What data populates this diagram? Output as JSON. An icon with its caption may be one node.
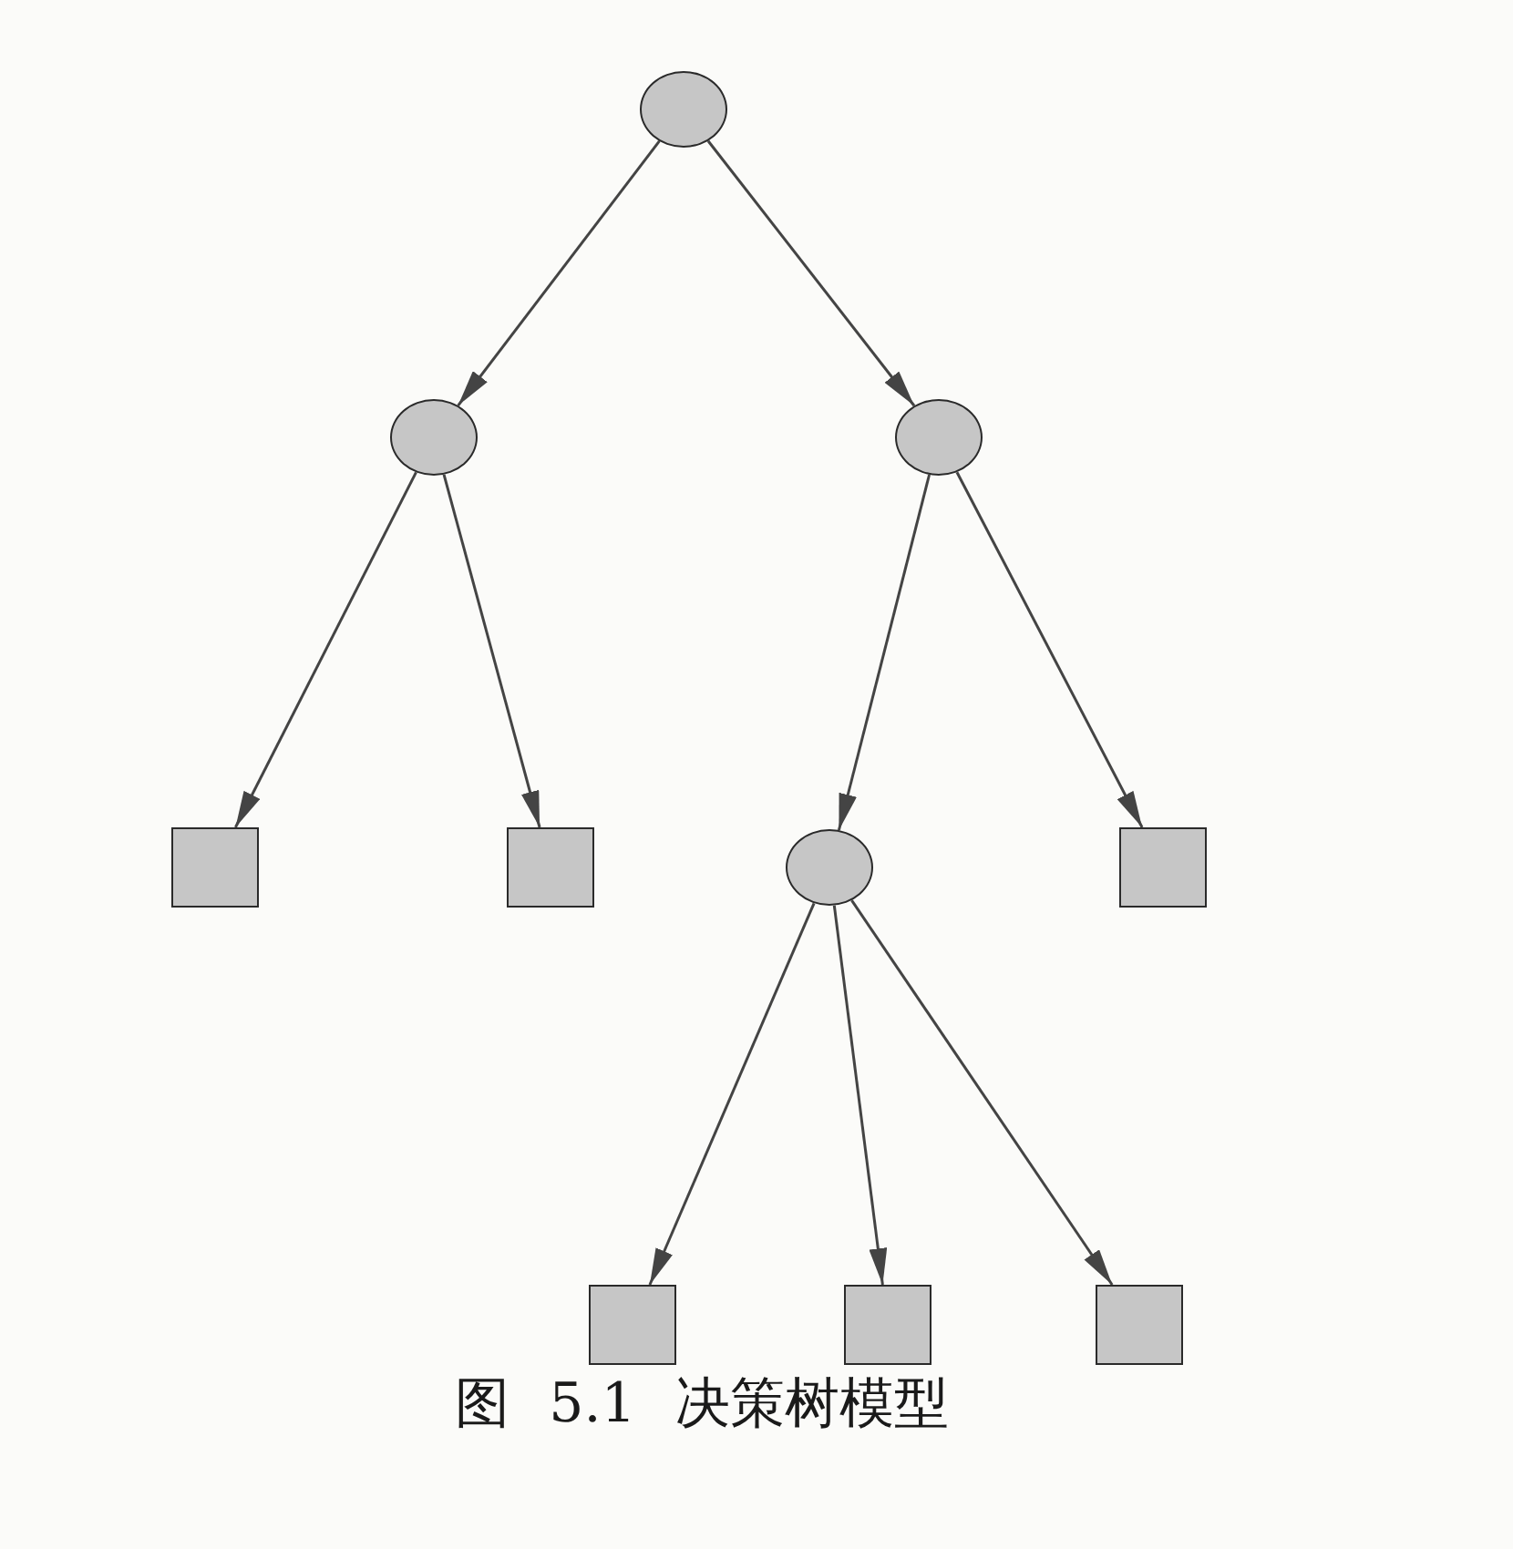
{
  "diagram": {
    "caption": "图 5.1 决策树模型",
    "nodes": [
      {
        "text": [],
        "shape": "circle"
      },
      {
        "text": [],
        "shape": "circle"
      },
      {
        "text": [],
        "shape": "circle"
      },
      {
        "text": [],
        "shape": "box"
      },
      {
        "text": [],
        "shape": "box"
      },
      {
        "text": [],
        "shape": "circle"
      },
      {
        "text": [],
        "shape": "box"
      },
      {
        "text": [],
        "shape": "box"
      },
      {
        "text": [],
        "shape": "box"
      },
      {
        "text": [],
        "shape": "box"
      }
    ],
    "edges": [
      {
        "from": 0,
        "to": 1,
        "arrow": "to"
      },
      {
        "from": 0,
        "to": 2,
        "arrow": "to"
      },
      {
        "from": 1,
        "to": 3,
        "arrow": "to"
      },
      {
        "from": 1,
        "to": 4,
        "arrow": "to"
      },
      {
        "from": 2,
        "to": 5,
        "arrow": "to"
      },
      {
        "from": 2,
        "to": 6,
        "arrow": "to"
      },
      {
        "from": 5,
        "to": 7,
        "arrow": "to"
      },
      {
        "from": 5,
        "to": 8,
        "arrow": "to"
      },
      {
        "from": 5,
        "to": 9,
        "arrow": "to"
      }
    ]
  }
}
